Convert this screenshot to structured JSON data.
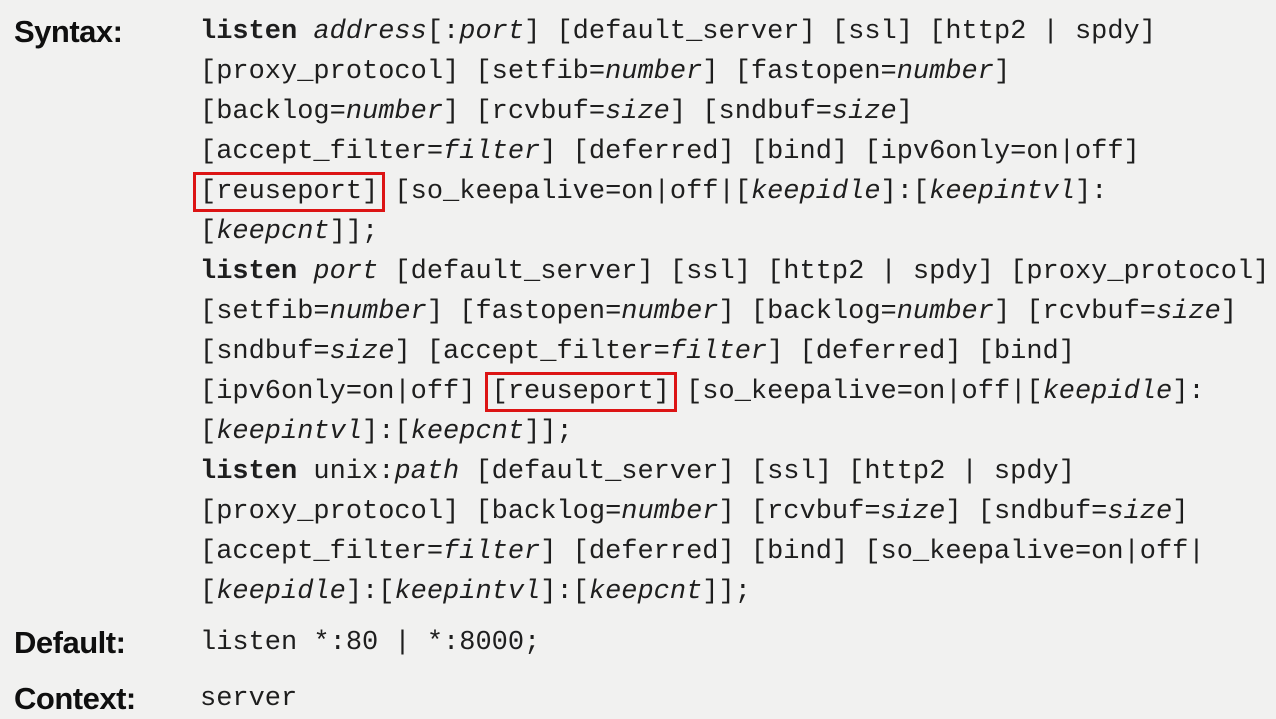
{
  "page": {
    "background": "#f1f1f0",
    "text_color": "#1e1e1e",
    "label_color": "#0f0f0f",
    "highlight_box_color": "#dc1414"
  },
  "rows": [
    {
      "id": "syntax",
      "label": "Syntax:",
      "lines": [
        [
          {
            "t": "listen ",
            "s": "b"
          },
          {
            "t": "address",
            "s": "i"
          },
          {
            "t": "[:",
            "s": "n"
          },
          {
            "t": "port",
            "s": "i"
          },
          {
            "t": "] [default_server] [ssl] [http2 | spdy]",
            "s": "n"
          }
        ],
        [
          {
            "t": "[proxy_protocol] [setfib=",
            "s": "n"
          },
          {
            "t": "number",
            "s": "i"
          },
          {
            "t": "] [fastopen=",
            "s": "n"
          },
          {
            "t": "number",
            "s": "i"
          },
          {
            "t": "]",
            "s": "n"
          }
        ],
        [
          {
            "t": "[backlog=",
            "s": "n"
          },
          {
            "t": "number",
            "s": "i"
          },
          {
            "t": "] [rcvbuf=",
            "s": "n"
          },
          {
            "t": "size",
            "s": "i"
          },
          {
            "t": "] [sndbuf=",
            "s": "n"
          },
          {
            "t": "size",
            "s": "i"
          },
          {
            "t": "]",
            "s": "n"
          }
        ],
        [
          {
            "t": "[accept_filter=",
            "s": "n"
          },
          {
            "t": "filter",
            "s": "i"
          },
          {
            "t": "] [deferred] [bind] [ipv6only=on|off]",
            "s": "n"
          }
        ],
        [
          {
            "t": "[reuseport]",
            "s": "r"
          },
          {
            "t": " [so_keepalive=on|off|[",
            "s": "n"
          },
          {
            "t": "keepidle",
            "s": "i"
          },
          {
            "t": "]:[",
            "s": "n"
          },
          {
            "t": "keepintvl",
            "s": "i"
          },
          {
            "t": "]:",
            "s": "n"
          }
        ],
        [
          {
            "t": "[",
            "s": "n"
          },
          {
            "t": "keepcnt",
            "s": "i"
          },
          {
            "t": "]];",
            "s": "n"
          }
        ],
        [
          {
            "t": "listen ",
            "s": "b"
          },
          {
            "t": "port",
            "s": "i"
          },
          {
            "t": " [default_server] [ssl] [http2 | spdy] [proxy_protocol]",
            "s": "n"
          }
        ],
        [
          {
            "t": "[setfib=",
            "s": "n"
          },
          {
            "t": "number",
            "s": "i"
          },
          {
            "t": "] [fastopen=",
            "s": "n"
          },
          {
            "t": "number",
            "s": "i"
          },
          {
            "t": "] [backlog=",
            "s": "n"
          },
          {
            "t": "number",
            "s": "i"
          },
          {
            "t": "] [rcvbuf=",
            "s": "n"
          },
          {
            "t": "size",
            "s": "i"
          },
          {
            "t": "]",
            "s": "n"
          }
        ],
        [
          {
            "t": "[sndbuf=",
            "s": "n"
          },
          {
            "t": "size",
            "s": "i"
          },
          {
            "t": "] [accept_filter=",
            "s": "n"
          },
          {
            "t": "filter",
            "s": "i"
          },
          {
            "t": "] [deferred] [bind]",
            "s": "n"
          }
        ],
        [
          {
            "t": "[ipv6only=on|off] ",
            "s": "n"
          },
          {
            "t": "[reuseport]",
            "s": "r"
          },
          {
            "t": " [so_keepalive=on|off|[",
            "s": "n"
          },
          {
            "t": "keepidle",
            "s": "i"
          },
          {
            "t": "]:",
            "s": "n"
          }
        ],
        [
          {
            "t": "[",
            "s": "n"
          },
          {
            "t": "keepintvl",
            "s": "i"
          },
          {
            "t": "]:[",
            "s": "n"
          },
          {
            "t": "keepcnt",
            "s": "i"
          },
          {
            "t": "]];",
            "s": "n"
          }
        ],
        [
          {
            "t": "listen ",
            "s": "b"
          },
          {
            "t": "unix:",
            "s": "n"
          },
          {
            "t": "path",
            "s": "i"
          },
          {
            "t": " [default_server] [ssl] [http2 | spdy]",
            "s": "n"
          }
        ],
        [
          {
            "t": "[proxy_protocol] [backlog=",
            "s": "n"
          },
          {
            "t": "number",
            "s": "i"
          },
          {
            "t": "] [rcvbuf=",
            "s": "n"
          },
          {
            "t": "size",
            "s": "i"
          },
          {
            "t": "] [sndbuf=",
            "s": "n"
          },
          {
            "t": "size",
            "s": "i"
          },
          {
            "t": "]",
            "s": "n"
          }
        ],
        [
          {
            "t": "[accept_filter=",
            "s": "n"
          },
          {
            "t": "filter",
            "s": "i"
          },
          {
            "t": "] [deferred] [bind] [so_keepalive=on|off|",
            "s": "n"
          }
        ],
        [
          {
            "t": "[",
            "s": "n"
          },
          {
            "t": "keepidle",
            "s": "i"
          },
          {
            "t": "]:[",
            "s": "n"
          },
          {
            "t": "keepintvl",
            "s": "i"
          },
          {
            "t": "]:[",
            "s": "n"
          },
          {
            "t": "keepcnt",
            "s": "i"
          },
          {
            "t": "]];",
            "s": "n"
          }
        ]
      ]
    },
    {
      "id": "default",
      "label": "Default:",
      "lines": [
        [
          {
            "t": "listen *:80 | *:8000;",
            "s": "n"
          }
        ]
      ]
    },
    {
      "id": "context",
      "label": "Context:",
      "lines": [
        [
          {
            "t": "server",
            "s": "n"
          }
        ]
      ]
    }
  ]
}
